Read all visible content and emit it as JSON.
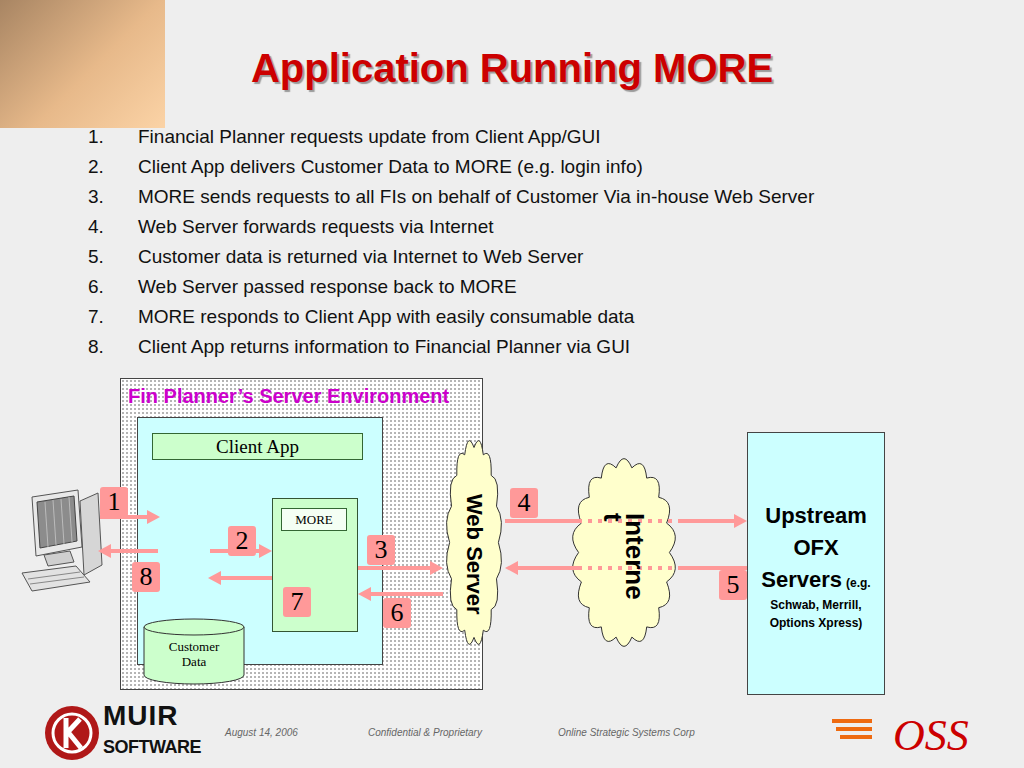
{
  "diagram": {
    "title": "Application Running MORE",
    "nodes": [
      {
        "text": [
          "Fin Planner’s Server Environment"
        ]
      },
      {
        "text": [
          "Client App"
        ],
        "in": 0
      },
      {
        "text": [
          "MORE"
        ],
        "in": 1
      },
      {
        "text": [
          "Customer Data"
        ],
        "in": 1
      },
      {
        "text": [
          "Web Server"
        ]
      },
      {
        "text": [
          "Interne t"
        ]
      },
      {
        "text": [
          "Upstream OFX Servers",
          "(e.g. Schwab, Merrill, Options Xpress)"
        ]
      }
    ],
    "edges": [
      {
        "from": 1,
        "to": 2,
        "arrow": "to"
      },
      {
        "from": 2,
        "to": 1,
        "arrow": "to"
      },
      {
        "from": 2,
        "to": 4,
        "arrow": "to"
      },
      {
        "from": 4,
        "to": 2,
        "arrow": "to"
      },
      {
        "from": 4,
        "to": 6,
        "arrow": "to"
      },
      {
        "from": 6,
        "to": 4,
        "arrow": "to"
      }
    ],
    "labels": [
      "1.",
      "Financial Planner requests update from Client App/GUI",
      "2.",
      "Client App delivers Customer Data to MORE (e.g. login info)",
      "3.",
      "MORE sends requests to all FIs on behalf of Customer Via in-house Web Server",
      "4.",
      "Web Server forwards requests via Internet",
      "5.",
      "Customer data is returned via Internet to Web Server",
      "6.",
      "Web Server passed response back to MORE",
      "7.",
      "MORE responds to Client App with easily consumable data",
      "8.",
      "Client App returns information to Financial Planner via GUI",
      "1",
      "2",
      "3",
      "4",
      "5",
      "6",
      "7",
      "8",
      "MUIR",
      "SOFTWARE",
      "August 14, 2006",
      "Confidential & Proprietary",
      "Online Strategic Systems Corp",
      "OSS"
    ]
  }
}
